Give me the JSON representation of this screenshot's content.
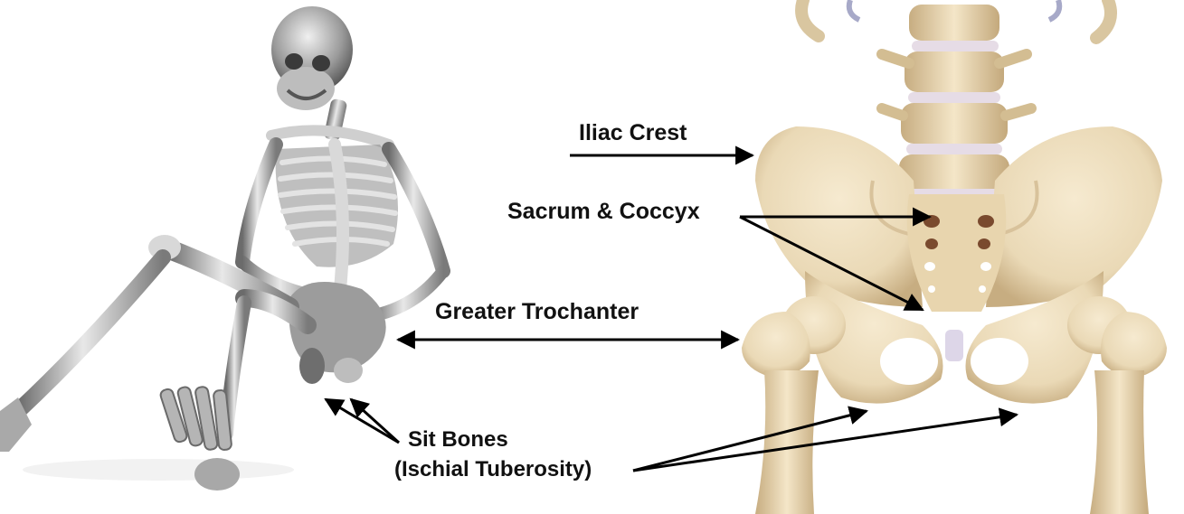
{
  "labels": {
    "iliac_crest": "Iliac Crest",
    "sacrum_coccyx": "Sacrum & Coccyx",
    "greater_trochanter": "Greater Trochanter",
    "sit_bones": "Sit Bones",
    "ischial_tuberosity": "(Ischial Tuberosity)"
  },
  "colors": {
    "bone": "#ead9b6",
    "bone_shadow": "#c7ad81",
    "disc": "#e6dce6",
    "skeleton_light": "#e8e8e8",
    "skeleton_dark": "#6b6b6b",
    "arrow": "#000000"
  }
}
